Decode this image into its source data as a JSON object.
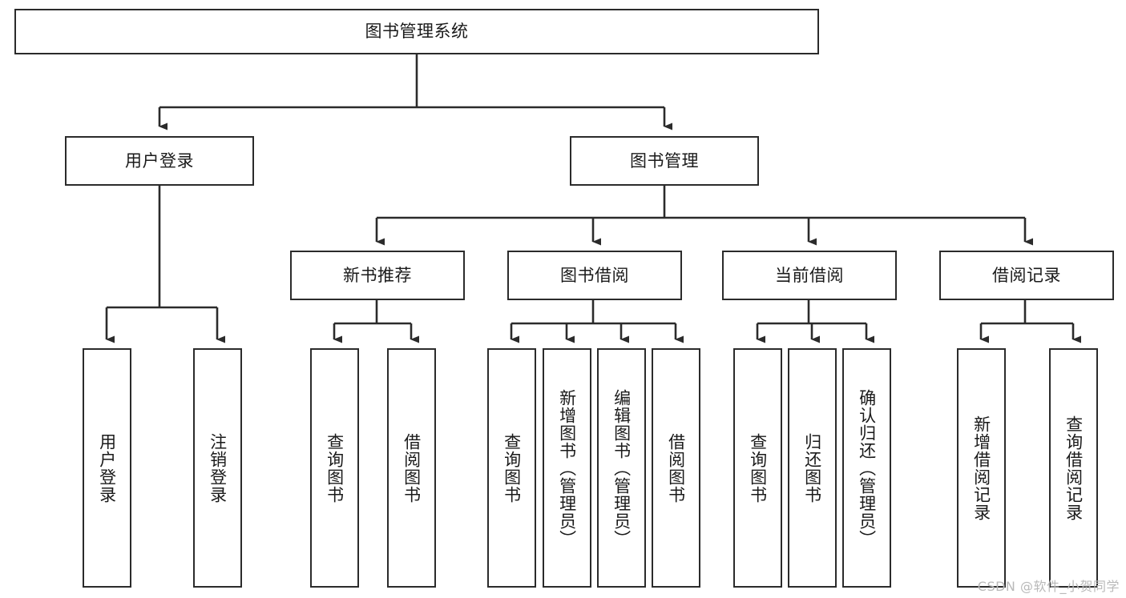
{
  "diagram": {
    "title": "图书管理系统",
    "watermark": "CSDN @软件_小贺同学",
    "line_color": "#2b2b2b",
    "box_fill": "#ffffff",
    "text_color": "#1a1a1a",
    "nodes": {
      "root": "图书管理系统",
      "l2": {
        "user_login": "用户登录",
        "book_manage": "图书管理"
      },
      "l3": {
        "new_book_rec": "新书推荐",
        "book_borrow": "图书借阅",
        "current_borrow": "当前借阅",
        "borrow_record": "借阅记录"
      },
      "leaves": {
        "user_login_leaf": "用户登录",
        "logout_leaf": "注销登录",
        "query_book_1": "查询图书",
        "borrow_book_1": "借阅图书",
        "query_book_2": "查询图书",
        "add_book_admin": "新增图书（管理员）",
        "edit_book_admin": "编辑图书（管理员）",
        "borrow_book_2": "借阅图书",
        "query_book_3": "查询图书",
        "return_book": "归还图书",
        "confirm_return_admin": "确认归还（管理员）",
        "add_borrow_record": "新增借阅记录",
        "query_borrow_record": "查询借阅记录"
      }
    }
  }
}
